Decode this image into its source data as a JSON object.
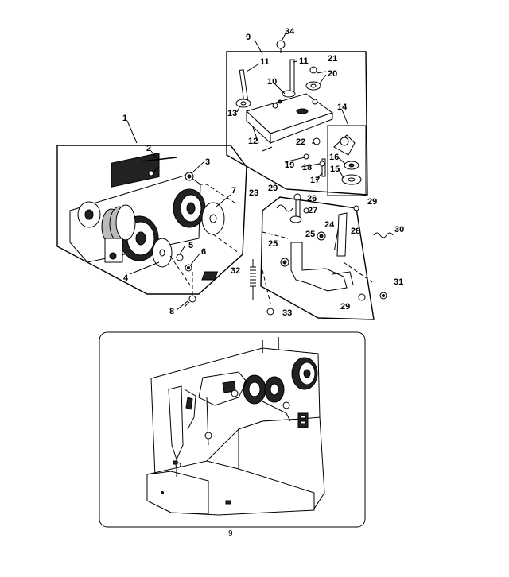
{
  "figure": {
    "page_number": "9",
    "callouts": {
      "c1": "1",
      "c2": "2",
      "c3": "3",
      "c4": "4",
      "c5": "5",
      "c6": "6",
      "c7": "7",
      "c8": "8",
      "c9": "9",
      "c10": "10",
      "c11a": "11",
      "c11b": "11",
      "c12": "12",
      "c13": "13",
      "c14": "14",
      "c15": "15",
      "c16": "16",
      "c17": "17",
      "c18": "18",
      "c19": "19",
      "c20": "20",
      "c21": "21",
      "c22": "22",
      "c23": "23",
      "c24": "24",
      "c25a": "25",
      "c25b": "25",
      "c26": "26",
      "c27": "27",
      "c28": "28",
      "c29a": "29",
      "c29b": "29",
      "c29c": "29",
      "c30": "30",
      "c31": "31",
      "c32": "32",
      "c33": "33",
      "c34": "34"
    }
  }
}
